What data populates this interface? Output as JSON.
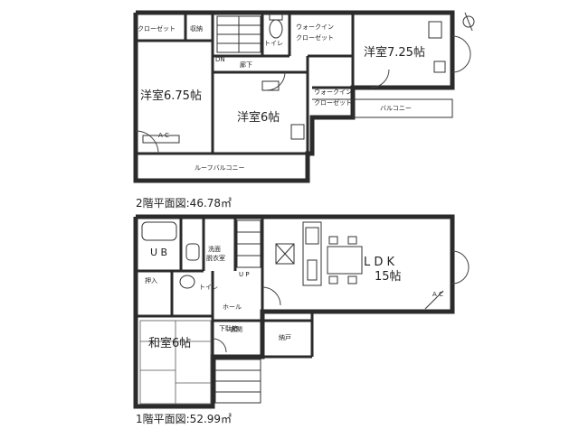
{
  "floor2": {
    "caption": "2階平面図:46.78㎡",
    "rooms": {
      "western_675": "洋室6.75帖",
      "western_6": "洋室6帖",
      "western_725": "洋室7.25帖"
    },
    "closet": "クローゼット",
    "storage": "収納",
    "toilet": "トイレ",
    "wic1_line1": "ウォークイン",
    "wic1_line2": "クローゼット",
    "wic2_line1": "ウォークイン",
    "wic2_line2": "クローゼット",
    "hallway": "廊下",
    "dn": "DN",
    "balcony": "バルコニー",
    "roof_balcony": "ルーフバルコニー",
    "ac": "A C"
  },
  "floor1": {
    "caption": "1階平面図:52.99㎡",
    "ldk": "L D K",
    "ldk_size": "15帖",
    "ub": "U B",
    "washroom_line1": "洗面",
    "washroom_line2": "脱衣室",
    "up": "U P",
    "closet_oshiire": "押入",
    "toilet": "トイレ",
    "hall": "ホール",
    "entrance": "玄関",
    "shoe_cabinet": "納戸",
    "shoebox": "下駄箱",
    "japanese_room": "和室6帖",
    "ac": "A C"
  }
}
